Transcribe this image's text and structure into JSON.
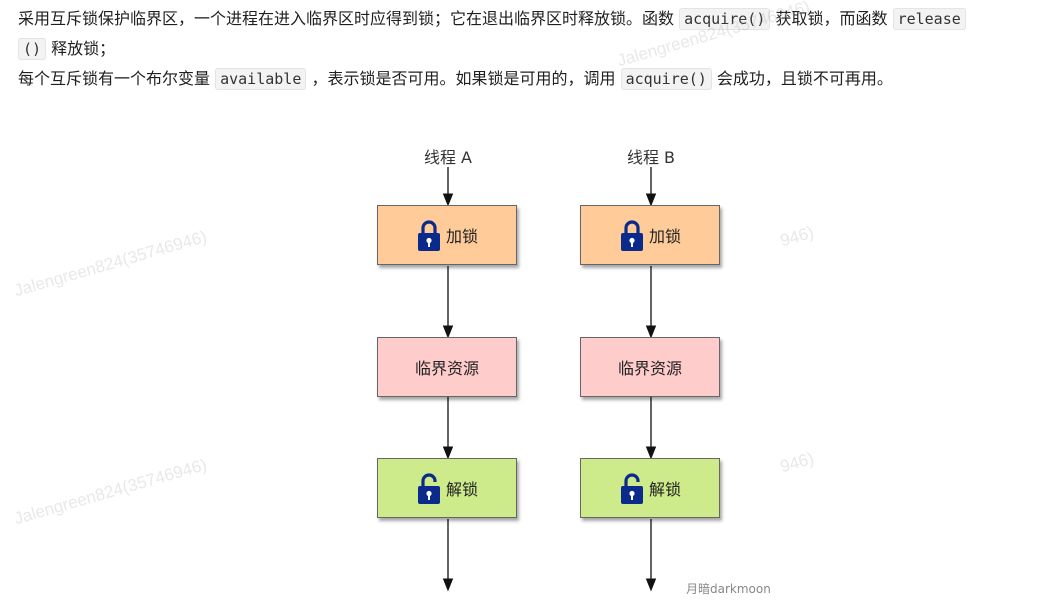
{
  "paragraph1": {
    "t1": "采用互斥锁保护临界区，一个进程在进入临界区时应得到锁；它在退出临界区时释放锁。函数 ",
    "code1": "acquire()",
    "t2": " 获取锁，而函数 ",
    "code2a": "release",
    "code2b": "()",
    "t3": " 释放锁；"
  },
  "paragraph2": {
    "t1": "每个互斥锁有一个布尔变量 ",
    "code1": "available",
    "t2": " ，表示锁是否可用。如果锁是可用的，调用 ",
    "code2": "acquire()",
    "t3": " 会成功，且锁不可再用。"
  },
  "diagram": {
    "threads": [
      {
        "label": "线程 A",
        "steps": [
          "加锁",
          "临界资源",
          "解锁"
        ]
      },
      {
        "label": "线程 B",
        "steps": [
          "加锁",
          "临界资源",
          "解锁"
        ]
      }
    ],
    "colors": {
      "lock": "#ffcc99",
      "critical": "#ffcccc",
      "unlock": "#cdeb8b",
      "icon": "#0a2a8c"
    }
  },
  "watermark": {
    "text": "Jalengreen824(35746946)",
    "fragment": "946)"
  },
  "signature": "月暗darkmoon"
}
